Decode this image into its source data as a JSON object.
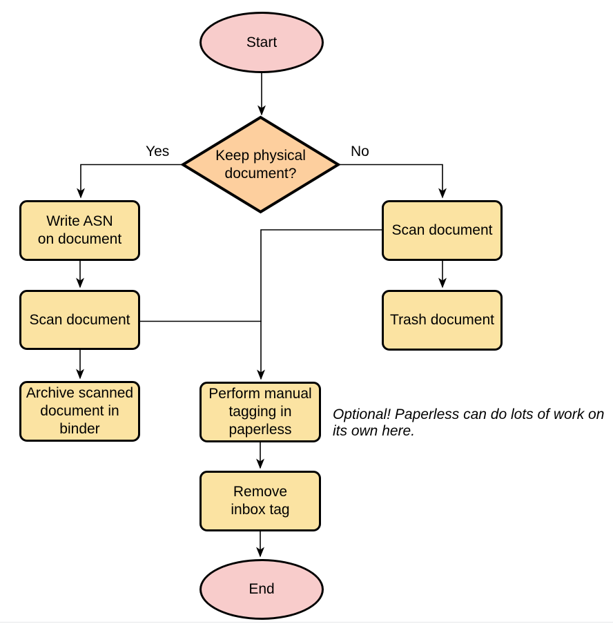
{
  "diagram": {
    "type": "flowchart",
    "nodes": {
      "start": {
        "shape": "terminal",
        "label": "Start"
      },
      "decision": {
        "shape": "diamond",
        "label": "Keep physical\ndocument?"
      },
      "write_asn": {
        "shape": "process",
        "label": "Write ASN\non document"
      },
      "scan_left": {
        "shape": "process",
        "label": "Scan document"
      },
      "archive": {
        "shape": "process",
        "label": "Archive scanned\ndocument in\nbinder"
      },
      "scan_right": {
        "shape": "process",
        "label": "Scan document"
      },
      "trash": {
        "shape": "process",
        "label": "Trash document"
      },
      "tagging": {
        "shape": "process",
        "label": "Perform manual\ntagging in\npaperless"
      },
      "remove_inbox": {
        "shape": "process",
        "label": "Remove\ninbox tag"
      },
      "end": {
        "shape": "terminal",
        "label": "End"
      }
    },
    "edge_labels": {
      "yes": "Yes",
      "no": "No"
    },
    "edges": [
      "start -> decision",
      "decision -Yes-> write_asn",
      "decision -No-> scan_right",
      "write_asn -> scan_left",
      "scan_left -> archive",
      "scan_left -> tagging",
      "scan_right -> trash",
      "scan_right -> tagging",
      "tagging -> remove_inbox",
      "remove_inbox -> end"
    ],
    "annotation": "Optional! Paperless can do lots of work on\nits own here."
  },
  "colors": {
    "terminal_fill": "#f8cccb",
    "decision_fill": "#fdcf9e",
    "process_fill": "#fbe3a2",
    "node_stroke": "#000000",
    "connector": "#000000",
    "text": "#000000",
    "page_divider": "#e4e7e9"
  }
}
